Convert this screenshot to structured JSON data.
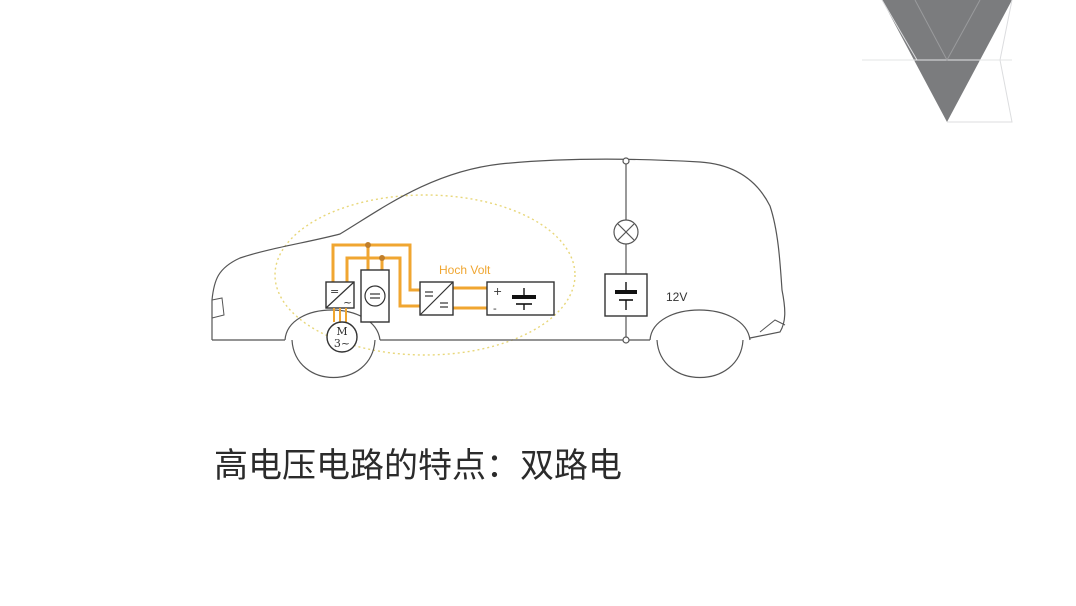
{
  "caption": "高电压电路的特点：双路电",
  "diagram": {
    "hv_label": "Hoch Volt",
    "lv_label": "12V",
    "motor_label_top": "M",
    "motor_label_bottom": "3~",
    "converter_symbol_1": "=",
    "converter_symbol_2": "~",
    "converter_symbol_3": "=",
    "battery_plus": "+",
    "battery_minus": "-"
  },
  "colors": {
    "hv_wire": "#f0a631",
    "hv_zone": "#e8d77a",
    "car_outline": "#555555",
    "triangle_dark": "#7b7c7e",
    "triangle_light": "#d9dadb",
    "caption_text": "#2b2b2b"
  }
}
